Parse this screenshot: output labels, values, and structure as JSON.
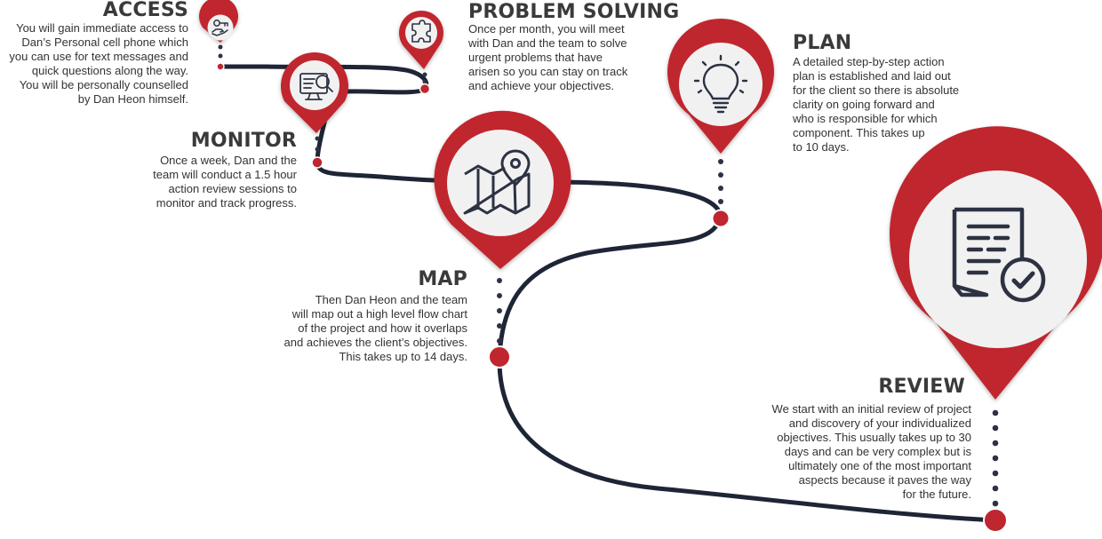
{
  "colors": {
    "accent": "#c0262f",
    "path": "#1d2536",
    "pin_inner": "#f1f1f1",
    "icon": "#2d3243"
  },
  "steps": [
    {
      "id": "access",
      "title": "ACCESS",
      "icon": "hand-key-icon",
      "description": "You will gain immediate access to\nDan’s Personal cell phone which\nyou can use for text messages and\nquick questions along the way.\nYou will be personally counselled\nby Dan Heon himself."
    },
    {
      "id": "problem-solving",
      "title": "PROBLEM SOLVING",
      "icon": "puzzle-icon",
      "description": "Once per month, you will meet\nwith Dan and the team to solve\nurgent problems that have\narisen so you can stay on track\nand achieve your objectives."
    },
    {
      "id": "plan",
      "title": "PLAN",
      "icon": "lightbulb-icon",
      "description": "A detailed step-by-step action\nplan is established and laid out\nfor the client so there is absolute\nclarity on going forward and\nwho is responsible for which\ncomponent. This takes up\nto 10 days."
    },
    {
      "id": "monitor",
      "title": "MONITOR",
      "icon": "monitor-search-icon",
      "description": "Once a week, Dan and the\nteam will conduct a 1.5 hour\naction review sessions to\nmonitor and track progress."
    },
    {
      "id": "map",
      "title": "MAP",
      "icon": "map-pin-icon",
      "description": "Then Dan Heon and the team\nwill map out a high level flow chart\nof the project and how it overlaps\nand achieves the client’s objectives.\nThis takes up to 14 days."
    },
    {
      "id": "review",
      "title": "REVIEW",
      "icon": "document-check-icon",
      "description": "We start with an initial review of project\nand discovery of your individualized\nobjectives. This usually takes up to 30\ndays and can be very complex but is\nultimately one of the most important\naspects because it paves the way\nfor the future."
    }
  ]
}
